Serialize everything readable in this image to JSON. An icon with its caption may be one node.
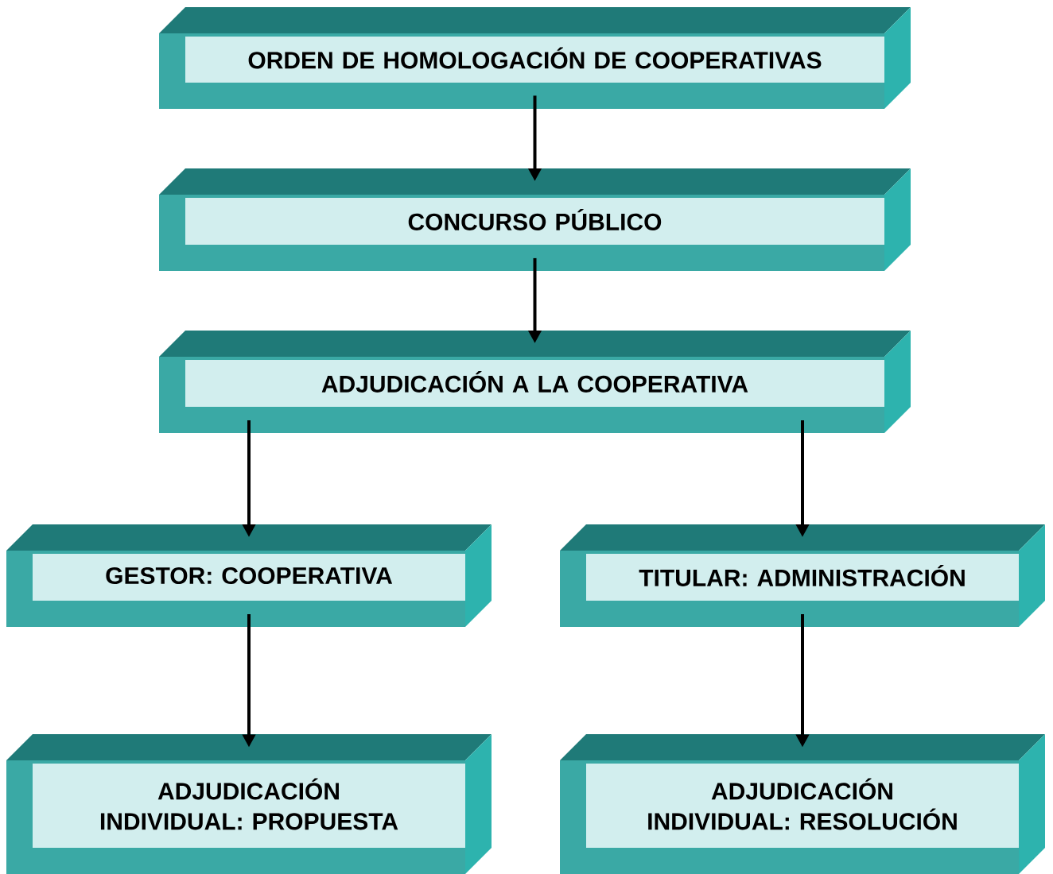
{
  "diagram": {
    "nodes": [
      {
        "text": [
          "ORDEN DE HOMOLOGACIÓN DE COOPERATIVAS"
        ]
      },
      {
        "text": [
          "CONCURSO PÚBLICO"
        ]
      },
      {
        "text": [
          "ADJUDICACIÓN A LA COOPERATIVA"
        ]
      },
      {
        "text": [
          "GESTOR: COOPERATIVA"
        ]
      },
      {
        "text": [
          "TITULAR: ADMINISTRACIÓN"
        ]
      },
      {
        "text": [
          "ADJUDICACIÓN INDIVIDUAL: PROPUESTA"
        ]
      },
      {
        "text": [
          "ADJUDICACIÓN INDIVIDUAL: RESOLUCIÓN"
        ]
      }
    ],
    "edges": [
      {
        "from": 0,
        "to": 1,
        "arrow": "to"
      },
      {
        "from": 1,
        "to": 2,
        "arrow": "to"
      },
      {
        "from": 2,
        "to": 3,
        "arrow": "to"
      },
      {
        "from": 2,
        "to": 4,
        "arrow": "to"
      },
      {
        "from": 3,
        "to": 5,
        "arrow": "to"
      },
      {
        "from": 4,
        "to": 6,
        "arrow": "to"
      }
    ]
  }
}
